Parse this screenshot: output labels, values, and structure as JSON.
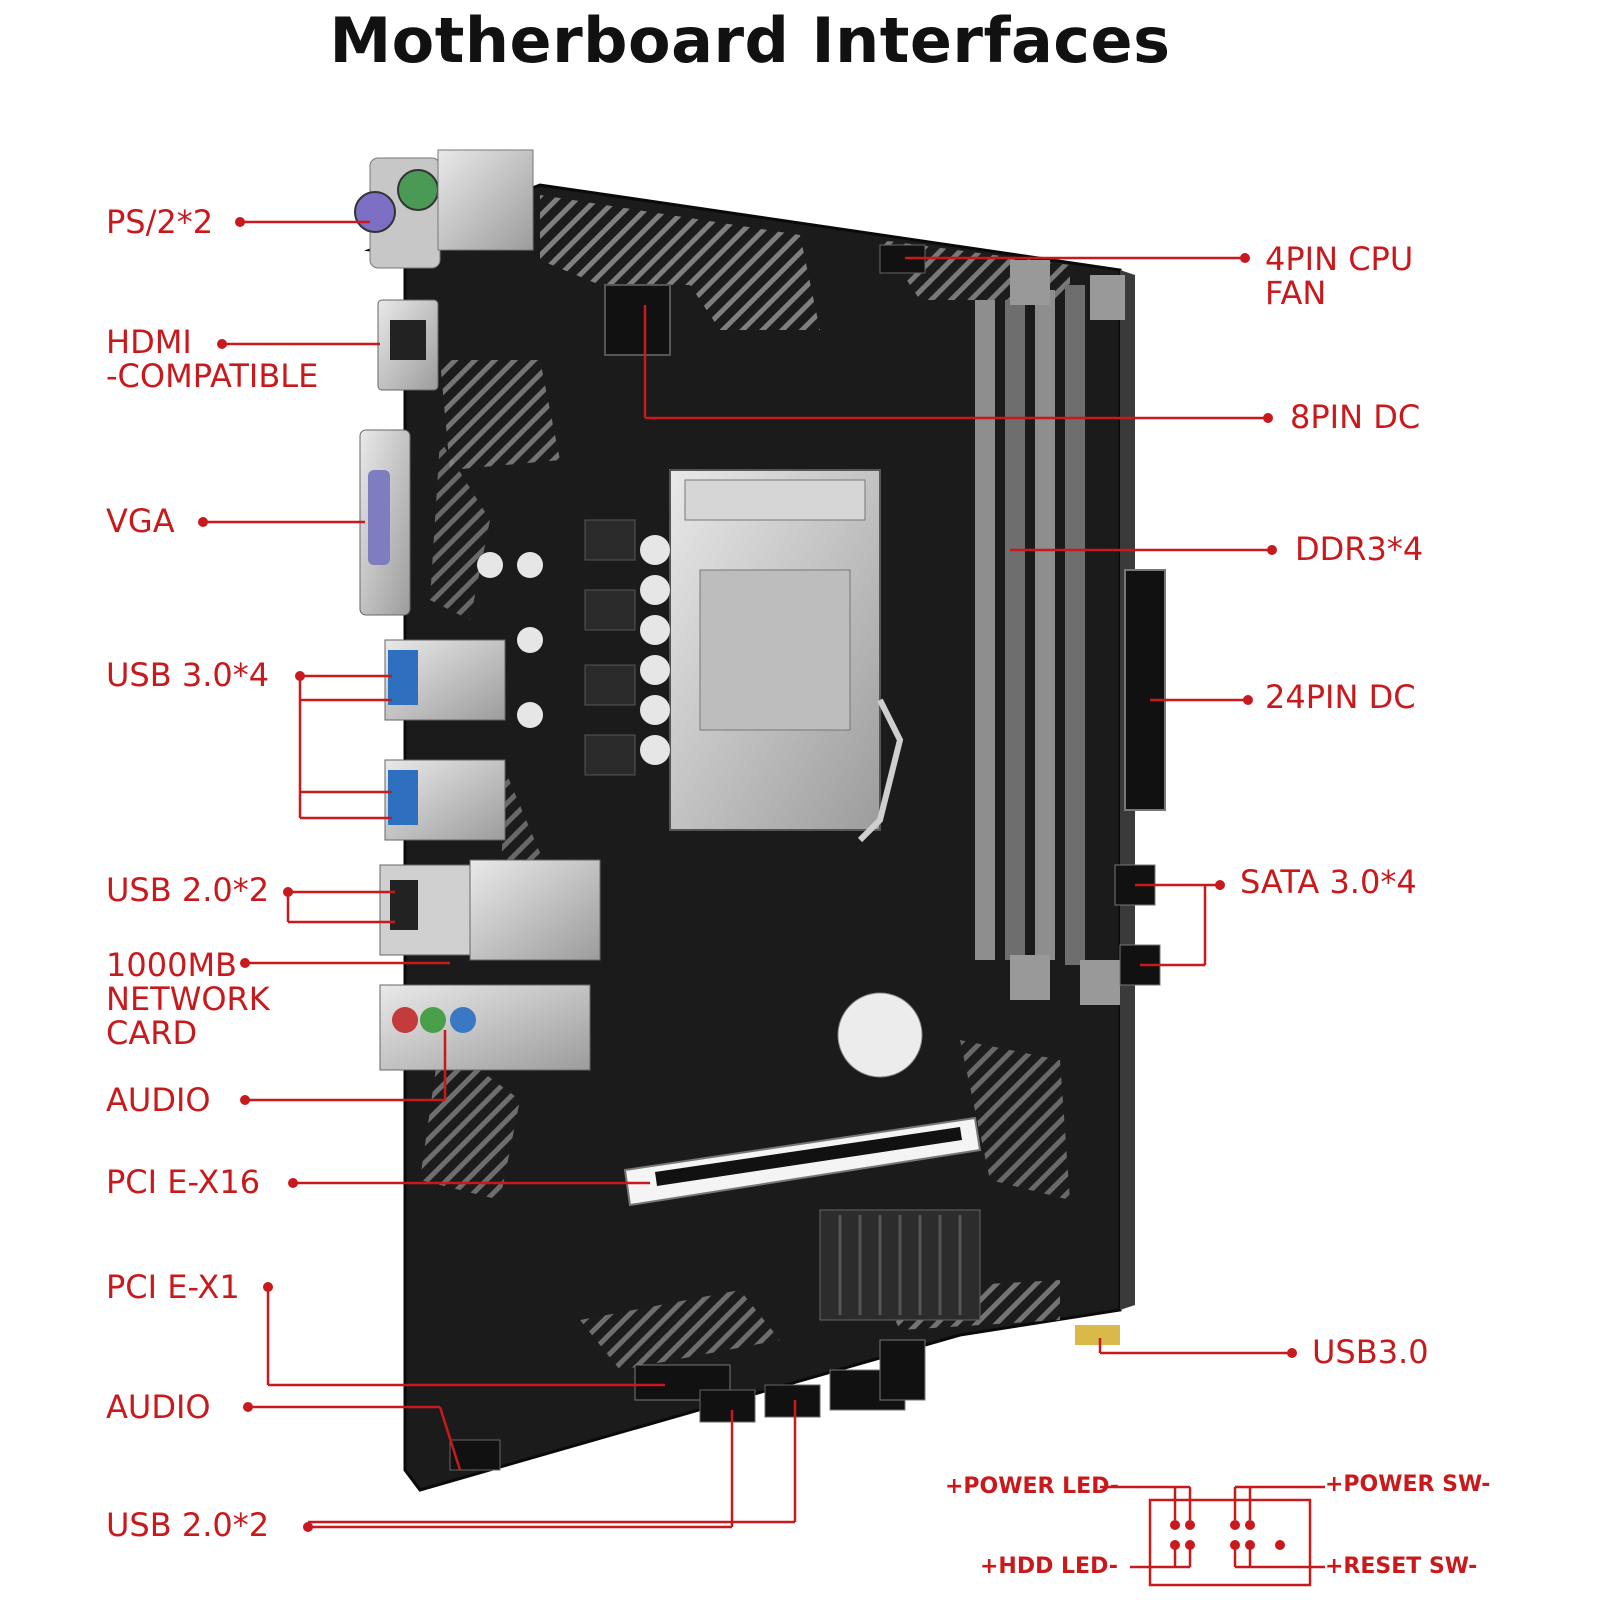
{
  "title": "Motherboard Interfaces",
  "labels_left": {
    "ps2": "PS/2*2",
    "hdmi": "HDMI\n-COMPATIBLE",
    "vga": "VGA",
    "usb30": "USB 3.0*4",
    "usb20_rear": "USB 2.0*2",
    "network": "1000MB\nNETWORK\nCARD",
    "audio_rear": "AUDIO",
    "pcie16": "PCI E-X16",
    "pcie1": "PCI E-X1",
    "audio_front": "AUDIO",
    "usb20_front": "USB 2.0*2"
  },
  "labels_right": {
    "cpu_fan": "4PIN CPU\nFAN",
    "pin8": "8PIN DC",
    "ddr3": "DDR3*4",
    "pin24": "24PIN DC",
    "sata": "SATA 3.0*4",
    "usb3_header": "USB3.0"
  },
  "front_panel": {
    "power_led": "+POWER LED-",
    "power_sw": "+POWER SW-",
    "hdd_led": "+HDD LED-",
    "reset_sw": "+RESET SW-"
  },
  "colors": {
    "accent": "#c8191c",
    "board": "#1c1c1c",
    "title": "#111111"
  }
}
